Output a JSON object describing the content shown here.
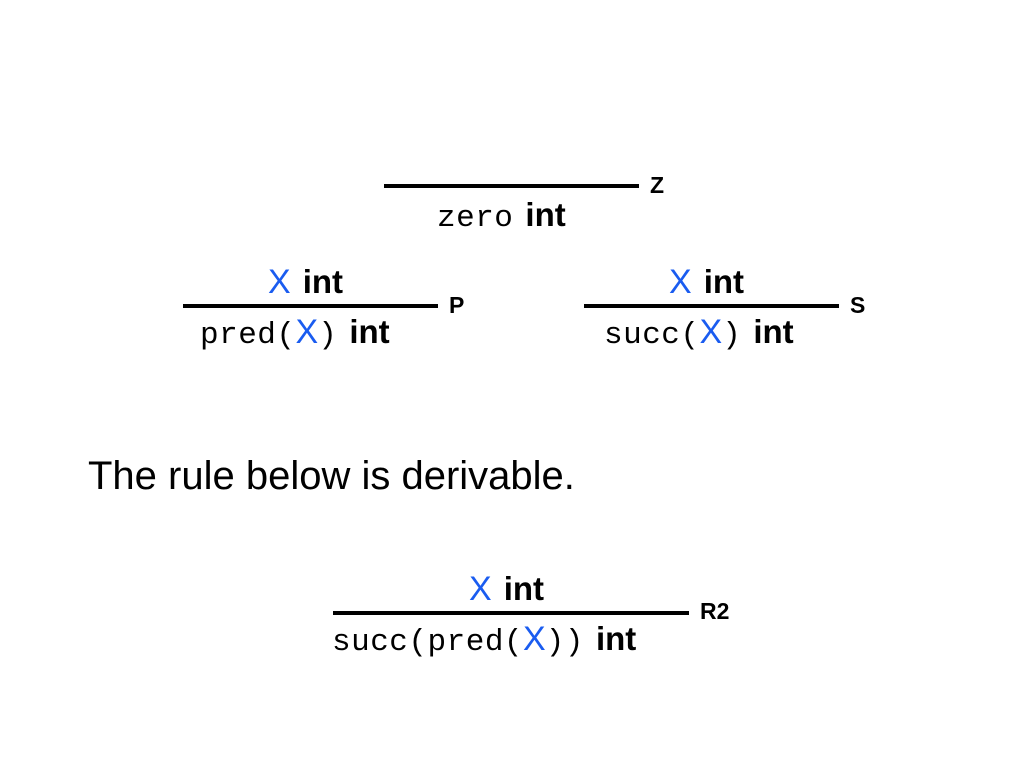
{
  "colors": {
    "variable": "#1a5cf0",
    "text": "#000000",
    "background": "#ffffff"
  },
  "rules": {
    "z": {
      "label": "Z",
      "conclusion": {
        "term": "zero",
        "judgment": "int"
      }
    },
    "p": {
      "label": "P",
      "premise": {
        "var": "X",
        "judgment": "int"
      },
      "conclusion": {
        "fn_open": "pred(",
        "var": "X",
        "fn_close": ")",
        "judgment": "int"
      }
    },
    "s": {
      "label": "S",
      "premise": {
        "var": "X",
        "judgment": "int"
      },
      "conclusion": {
        "fn_open": "succ(",
        "var": "X",
        "fn_close": ")",
        "judgment": "int"
      }
    },
    "r2": {
      "label": "R2",
      "premise": {
        "var": "X",
        "judgment": "int"
      },
      "conclusion": {
        "fn_open": "succ(pred(",
        "var": "X",
        "fn_close": "))",
        "judgment": "int"
      }
    }
  },
  "statement": "The rule below is derivable."
}
